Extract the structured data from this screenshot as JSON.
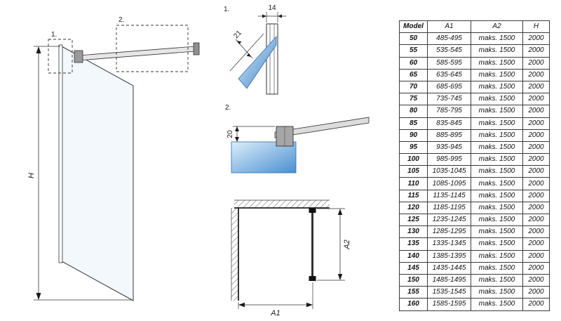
{
  "colors": {
    "glass_blue_dark": "#3f85c6",
    "glass_blue_light": "#dceefb",
    "line": "#1a1a1a"
  },
  "main_view": {
    "height_label": "H",
    "callout_1_label": "1.",
    "callout_2_label": "2."
  },
  "detail_1": {
    "label": "1.",
    "dim_profile_depth": "14",
    "dim_adjustment": "21"
  },
  "detail_2": {
    "label": "2.",
    "dim_bar_offset": "20"
  },
  "plan_view": {
    "dim_width_label": "A1",
    "dim_depth_label": "A2"
  },
  "table": {
    "headers": [
      "Model",
      "A1",
      "A2",
      "H"
    ],
    "rows": [
      [
        "50",
        "485-495",
        "maks. 1500",
        "2000"
      ],
      [
        "55",
        "535-545",
        "maks. 1500",
        "2000"
      ],
      [
        "60",
        "585-595",
        "maks. 1500",
        "2000"
      ],
      [
        "65",
        "635-645",
        "maks. 1500",
        "2000"
      ],
      [
        "70",
        "685-695",
        "maks. 1500",
        "2000"
      ],
      [
        "75",
        "735-745",
        "maks. 1500",
        "2000"
      ],
      [
        "80",
        "785-795",
        "maks. 1500",
        "2000"
      ],
      [
        "85",
        "835-845",
        "maks. 1500",
        "2000"
      ],
      [
        "90",
        "885-895",
        "maks. 1500",
        "2000"
      ],
      [
        "95",
        "935-945",
        "maks. 1500",
        "2000"
      ],
      [
        "100",
        "985-995",
        "maks. 1500",
        "2000"
      ],
      [
        "105",
        "1035-1045",
        "maks. 1500",
        "2000"
      ],
      [
        "110",
        "1085-1095",
        "maks. 1500",
        "2000"
      ],
      [
        "115",
        "1135-1145",
        "maks. 1500",
        "2000"
      ],
      [
        "120",
        "1185-1195",
        "maks. 1500",
        "2000"
      ],
      [
        "125",
        "1235-1245",
        "maks. 1500",
        "2000"
      ],
      [
        "130",
        "1285-1295",
        "maks. 1500",
        "2000"
      ],
      [
        "135",
        "1335-1345",
        "maks. 1500",
        "2000"
      ],
      [
        "140",
        "1385-1395",
        "maks. 1500",
        "2000"
      ],
      [
        "145",
        "1435-1445",
        "maks. 1500",
        "2000"
      ],
      [
        "150",
        "1485-1495",
        "maks. 1500",
        "2000"
      ],
      [
        "155",
        "1535-1545",
        "maks. 1500",
        "2000"
      ],
      [
        "160",
        "1585-1595",
        "maks. 1500",
        "2000"
      ]
    ]
  }
}
